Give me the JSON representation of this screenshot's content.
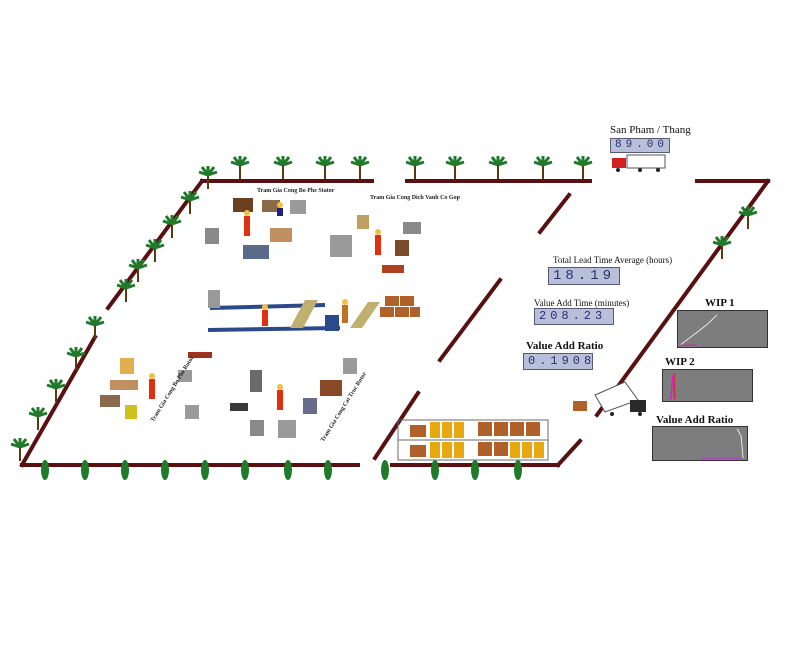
{
  "displays": {
    "products_per_month": {
      "label": "San Pham / Thang",
      "value": "89.00"
    },
    "lead_time": {
      "label": "Total Lead Time Average (hours)",
      "value": "18.19"
    },
    "value_add_time": {
      "label": "Value Add Time (minutes)",
      "value": "208.23"
    },
    "value_add_ratio": {
      "label": "Value Add Ratio",
      "value": "0.1908"
    }
  },
  "charts": {
    "wip1": {
      "label": "WIP 1"
    },
    "wip2": {
      "label": "WIP 2"
    },
    "var": {
      "label": "Value Add Ratio"
    }
  },
  "stations": {
    "s1": "Tram Gia Cong Bo Phe Stator",
    "s2": "Tram Gia Cong Dich Vanh Co Gop",
    "s3": "Tram Gia Cong Bo Phe Rotor",
    "s4": "Tram Gia Cong Cat Truc Rotor"
  },
  "colors": {
    "wall": "#5a1010",
    "tree": "#1f7a2a",
    "readout_bg": "#b8bfd8",
    "readout_text": "#2a2f70",
    "worker": "#e03010",
    "crate": "#b0612a",
    "drum": "#e8a810"
  }
}
